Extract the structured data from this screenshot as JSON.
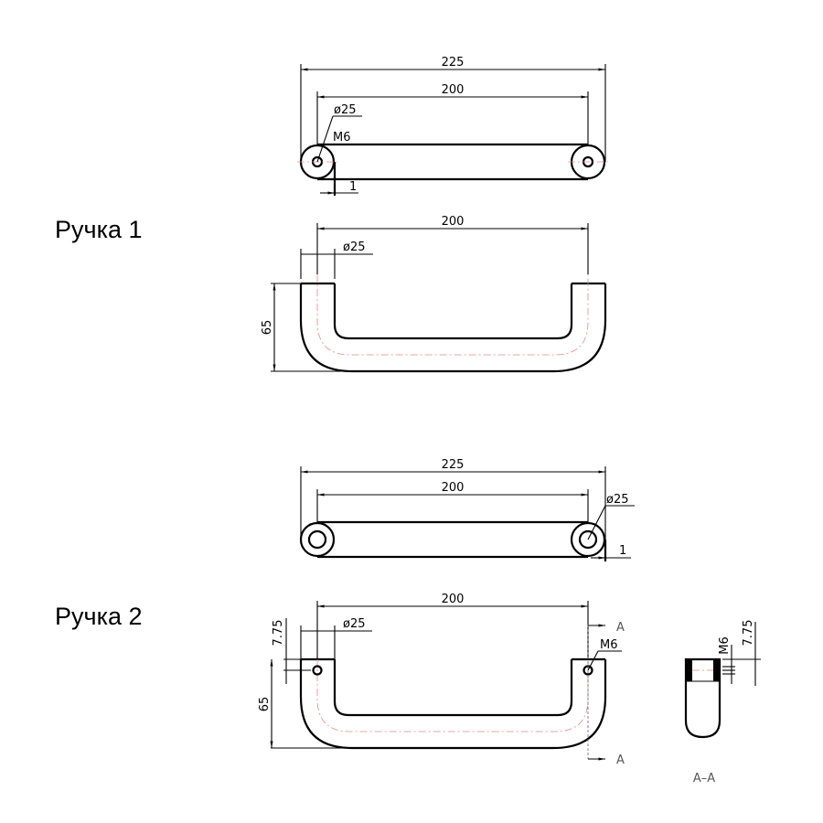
{
  "handle1": {
    "title": "Ручка 1",
    "top_view": {
      "overall": "225",
      "centers": "200",
      "diameter": "ø25",
      "thread": "M6",
      "gap": "1"
    },
    "side_view": {
      "centers": "200",
      "diameter": "ø25",
      "height": "65"
    }
  },
  "handle2": {
    "title": "Ручка 2",
    "top_view": {
      "overall": "225",
      "centers": "200",
      "diameter": "ø25",
      "gap": "1"
    },
    "side_view": {
      "centers": "200",
      "diameter": "ø25",
      "hole_offset": "7.75",
      "height": "65",
      "thread": "M6",
      "section_mark": "A"
    },
    "section": {
      "title": "A–A",
      "thread": "M6",
      "offset": "7.75"
    }
  }
}
